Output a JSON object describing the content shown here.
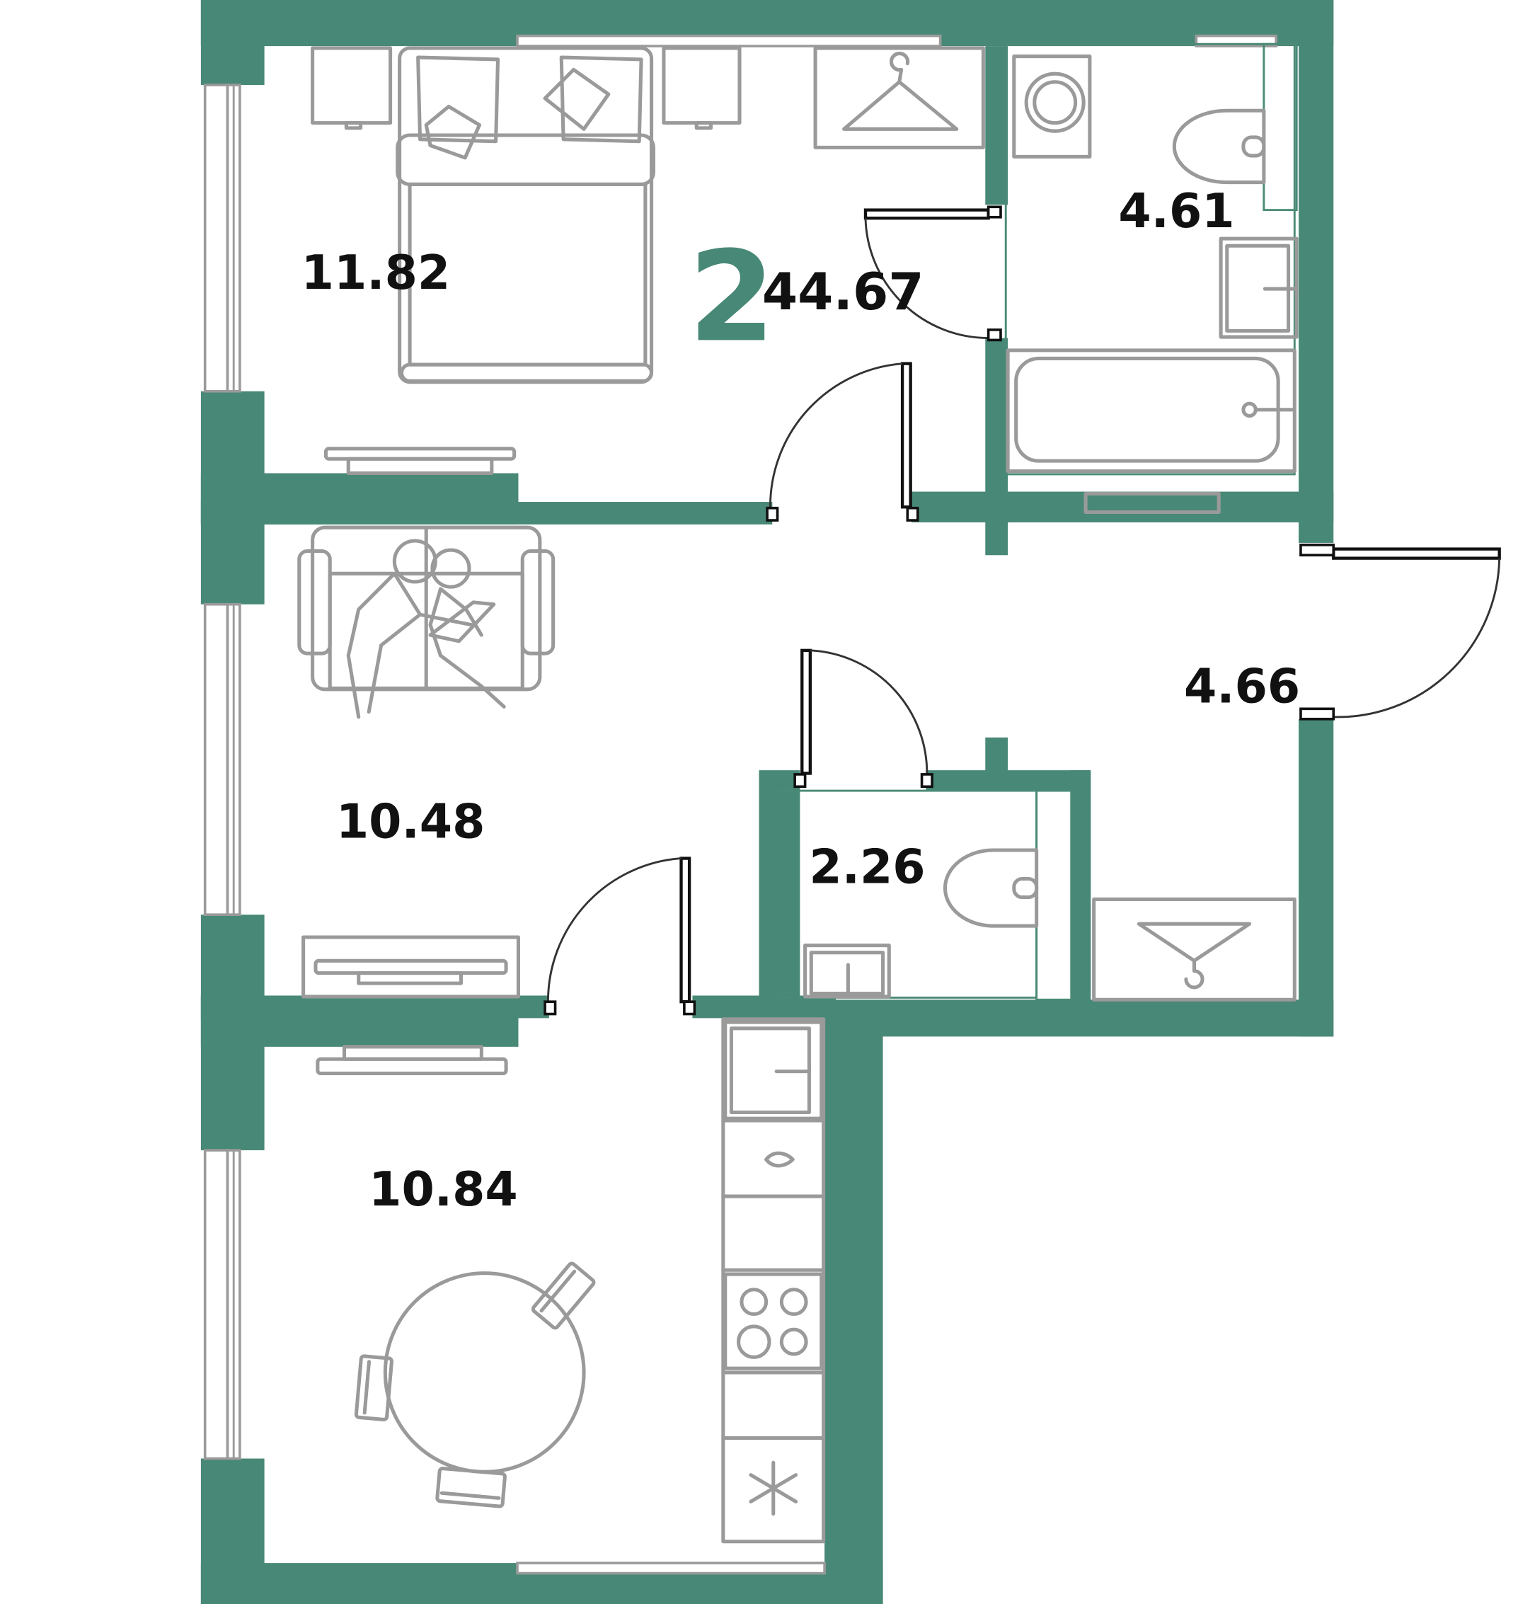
{
  "plan": {
    "room_count": "2",
    "total_area": "44.67",
    "wall_color": "#488876",
    "rooms": [
      {
        "id": "bedroom",
        "area": "11.82"
      },
      {
        "id": "bathroom",
        "area": "4.61"
      },
      {
        "id": "hallway",
        "area": "4.66"
      },
      {
        "id": "living-room",
        "area": "10.48"
      },
      {
        "id": "toilet",
        "area": "2.26"
      },
      {
        "id": "kitchen",
        "area": "10.84"
      }
    ]
  }
}
